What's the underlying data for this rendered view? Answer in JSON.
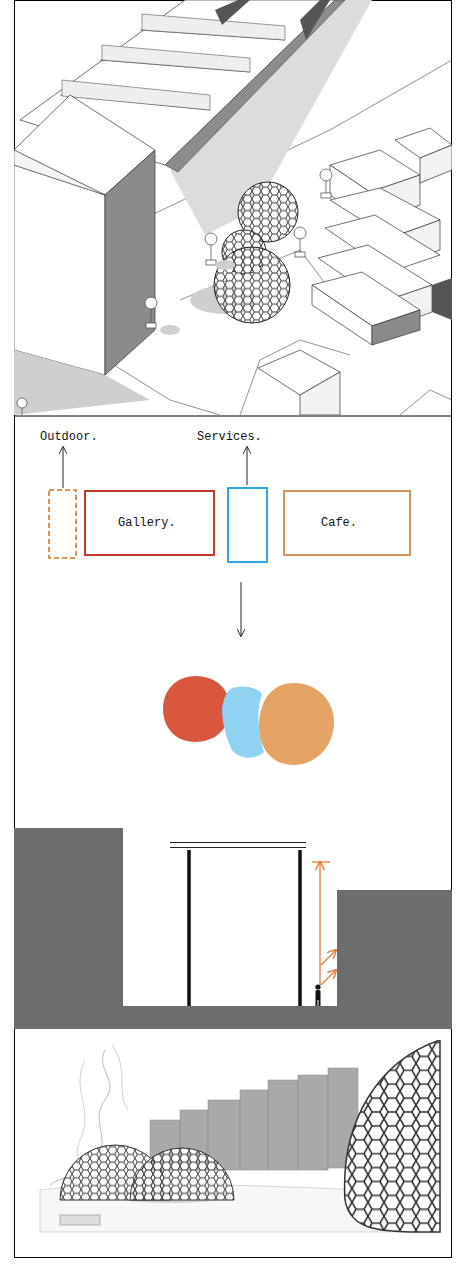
{
  "diagram": {
    "nodes": [
      {
        "text": [
          "Gallery."
        ]
      },
      {
        "text": [
          "Cafe."
        ]
      }
    ],
    "labels": [
      "Outdoor.",
      "Services."
    ]
  }
}
